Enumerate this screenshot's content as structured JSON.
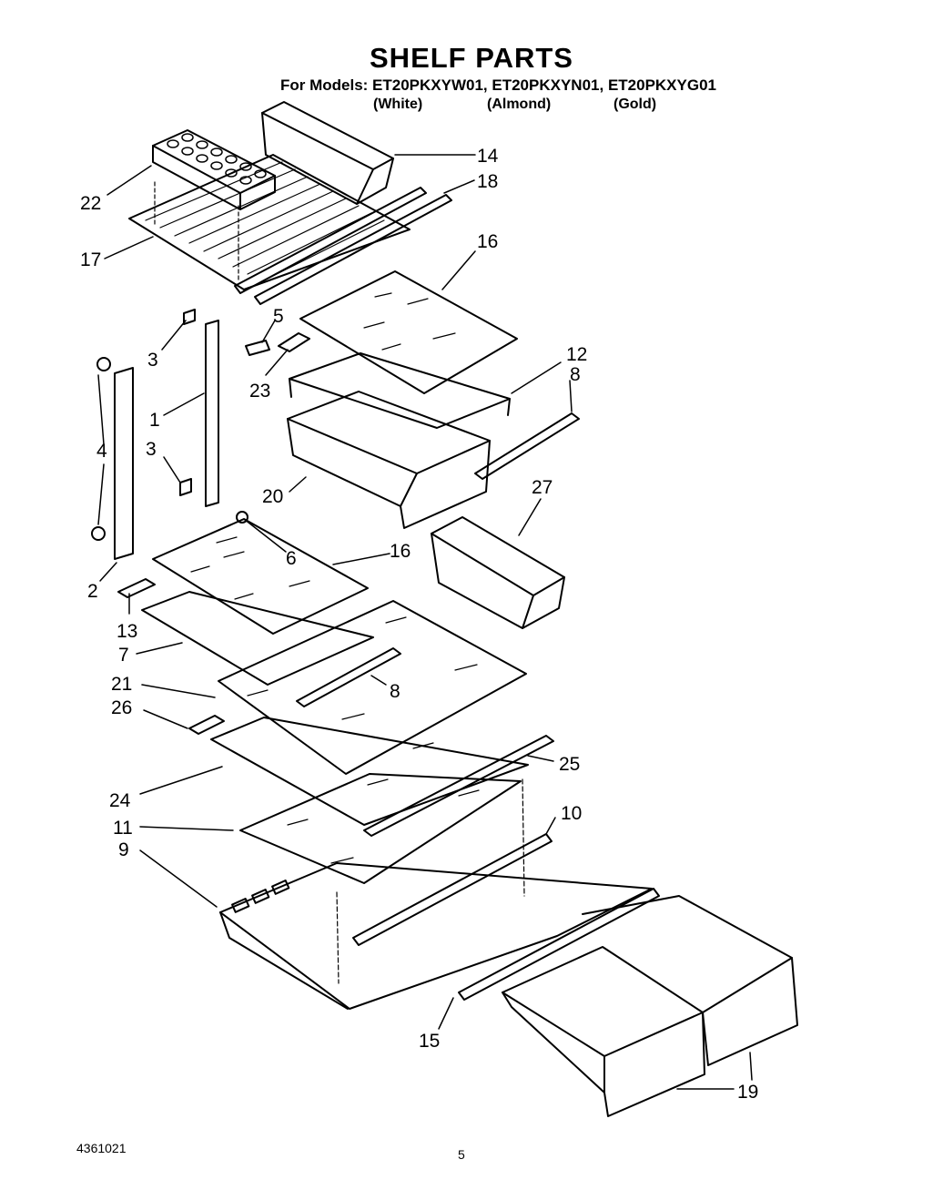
{
  "title": "SHELF PARTS",
  "models_line": "For Models: ET20PKXYW01, ET20PKXYN01, ET20PKXYG01",
  "colors": {
    "white": "(White)",
    "almond": "(Almond)",
    "gold": "(Gold)"
  },
  "callouts": {
    "c22": "22",
    "c17": "17",
    "c14": "14",
    "c18": "18",
    "c16a": "16",
    "c5": "5",
    "c3a": "3",
    "c23": "23",
    "c12": "12",
    "c8a": "8",
    "c1": "1",
    "c4": "4",
    "c3b": "3",
    "c20": "20",
    "c27": "27",
    "c6": "6",
    "c16b": "16",
    "c2": "2",
    "c13": "13",
    "c7": "7",
    "c21": "21",
    "c8b": "8",
    "c26": "26",
    "c25": "25",
    "c24": "24",
    "c11": "11",
    "c10": "10",
    "c9": "9",
    "c15": "15",
    "c19": "19"
  },
  "footer": {
    "doc_number": "4361021",
    "page": "5"
  }
}
